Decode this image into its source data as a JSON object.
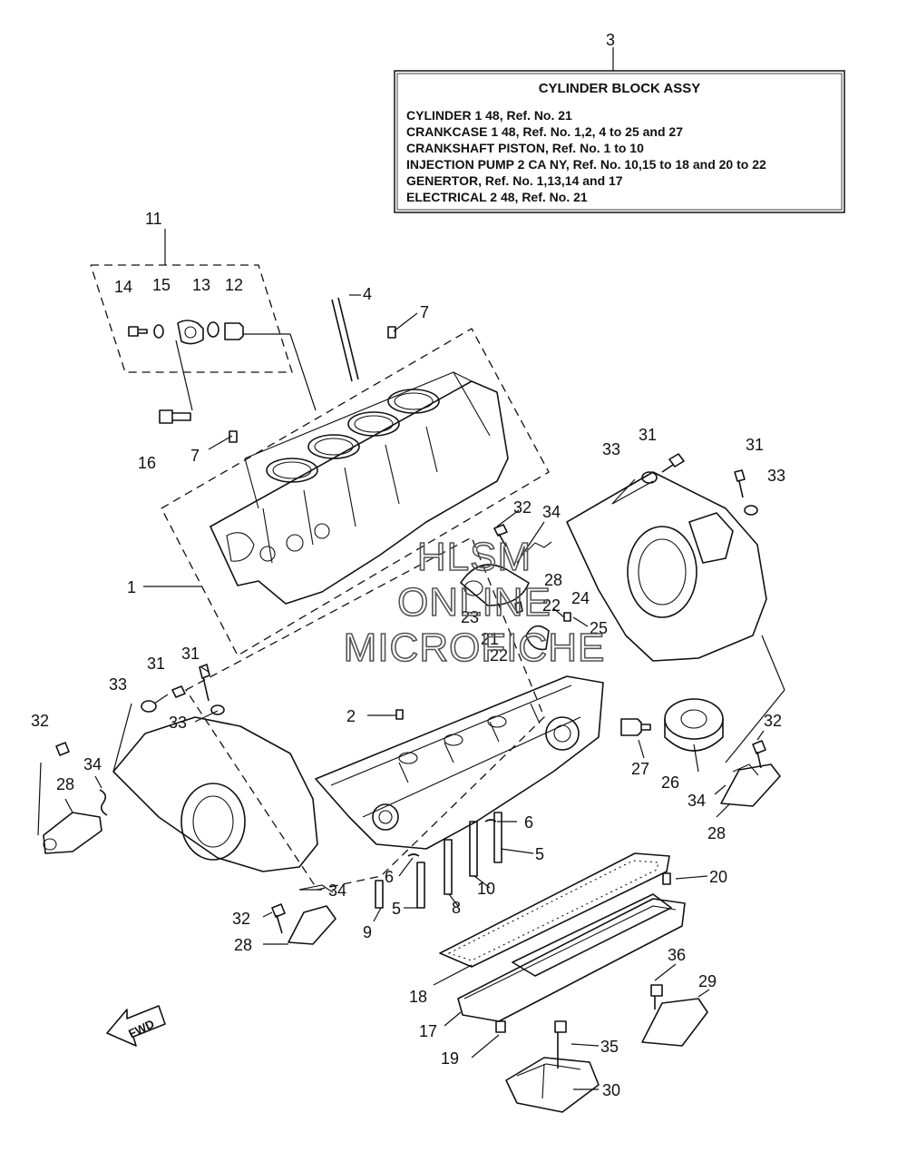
{
  "assembly_box": {
    "ref_number": "3",
    "title": "CYLINDER BLOCK ASSY",
    "lines": [
      "CYLINDER 1 48,  Ref. No. 21",
      "CRANKCASE 1 48,  Ref. No. 1,2, 4 to 25 and 27",
      "CRANKSHAFT PISTON,  Ref. No. 1 to 10",
      "INJECTION PUMP 2 CA NY,  Ref. No. 10,15 to 18 and 20 to 22",
      "GENERTOR,  Ref. No. 1,13,14 and 17",
      "ELECTRICAL 2 48,  Ref. No. 21"
    ]
  },
  "watermark": [
    "HLSM",
    "ONLINE",
    "MICROFICHE"
  ],
  "fwd_label": "FWD",
  "callouts": [
    "11",
    "14",
    "15",
    "13",
    "12",
    "16",
    "4",
    "7",
    "7",
    "1",
    "33",
    "31",
    "31",
    "33",
    "32",
    "34",
    "28",
    "23",
    "22",
    "21",
    "22",
    "24",
    "25",
    "31",
    "31",
    "33",
    "33",
    "32",
    "34",
    "28",
    "2",
    "27",
    "26",
    "32",
    "34",
    "28",
    "6",
    "5",
    "6",
    "10",
    "5",
    "8",
    "9",
    "20",
    "34",
    "32",
    "28",
    "18",
    "17",
    "36",
    "29",
    "19",
    "35",
    "30"
  ]
}
